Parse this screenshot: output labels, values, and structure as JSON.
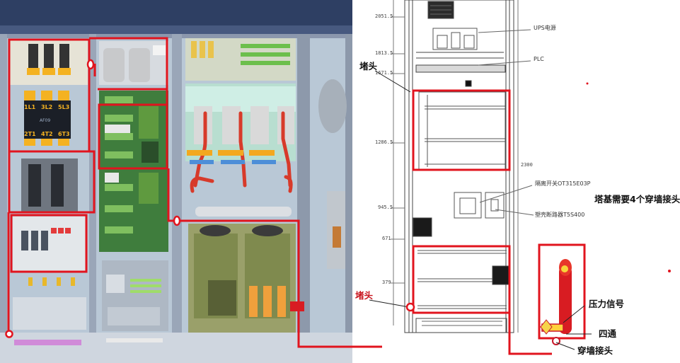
{
  "left_panel": {
    "contactor_terminals_top": [
      "1L1",
      "3L2",
      "5L3"
    ],
    "contactor_terminals_bottom": [
      "2T1",
      "4T2",
      "6T3"
    ],
    "contactor_brand": "AF09"
  },
  "right_drawing": {
    "callouts": {
      "tower_head_top": "堵头",
      "tower_head_bottom": "堵头",
      "tower_base_note": "塔基需要4个穿墙接头",
      "pressure_signal": "压力信号",
      "four_way": "四通",
      "wall_joint": "穿墙接头"
    },
    "component_labels": {
      "ups": "UPS电源",
      "plc": "PLC",
      "switch": "隔离开关OT315E03P",
      "breaker": "塑壳断路器T5S400"
    },
    "dimension_marks": [
      "2051.5",
      "1813.5",
      "1671.5",
      "1286.5",
      "945.5",
      "671",
      "379",
      "2300"
    ]
  }
}
